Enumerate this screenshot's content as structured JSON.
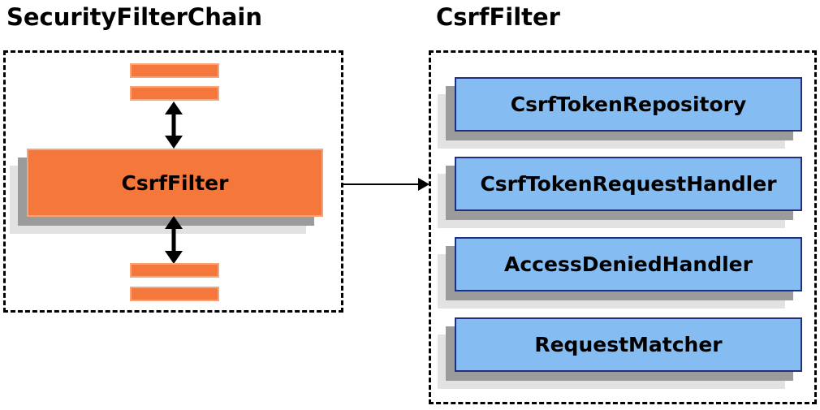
{
  "left_panel": {
    "title": "SecurityFilterChain",
    "filter_box_label": "CsrfFilter"
  },
  "right_panel": {
    "title": "CsrfFilter",
    "components": [
      {
        "label": "CsrfTokenRepository"
      },
      {
        "label": "CsrfTokenRequestHandler"
      },
      {
        "label": "AccessDeniedHandler"
      },
      {
        "label": "RequestMatcher"
      }
    ]
  },
  "colors": {
    "orange_fill": "#f4773c",
    "orange_border": "#f9a478",
    "blue_fill": "#85bcf2",
    "blue_border": "#1f3080",
    "shadow_dark": "#9b9b9b",
    "shadow_light": "#e2e2e2",
    "outline": "#000000",
    "text": "#000000",
    "background": "#ffffff"
  }
}
